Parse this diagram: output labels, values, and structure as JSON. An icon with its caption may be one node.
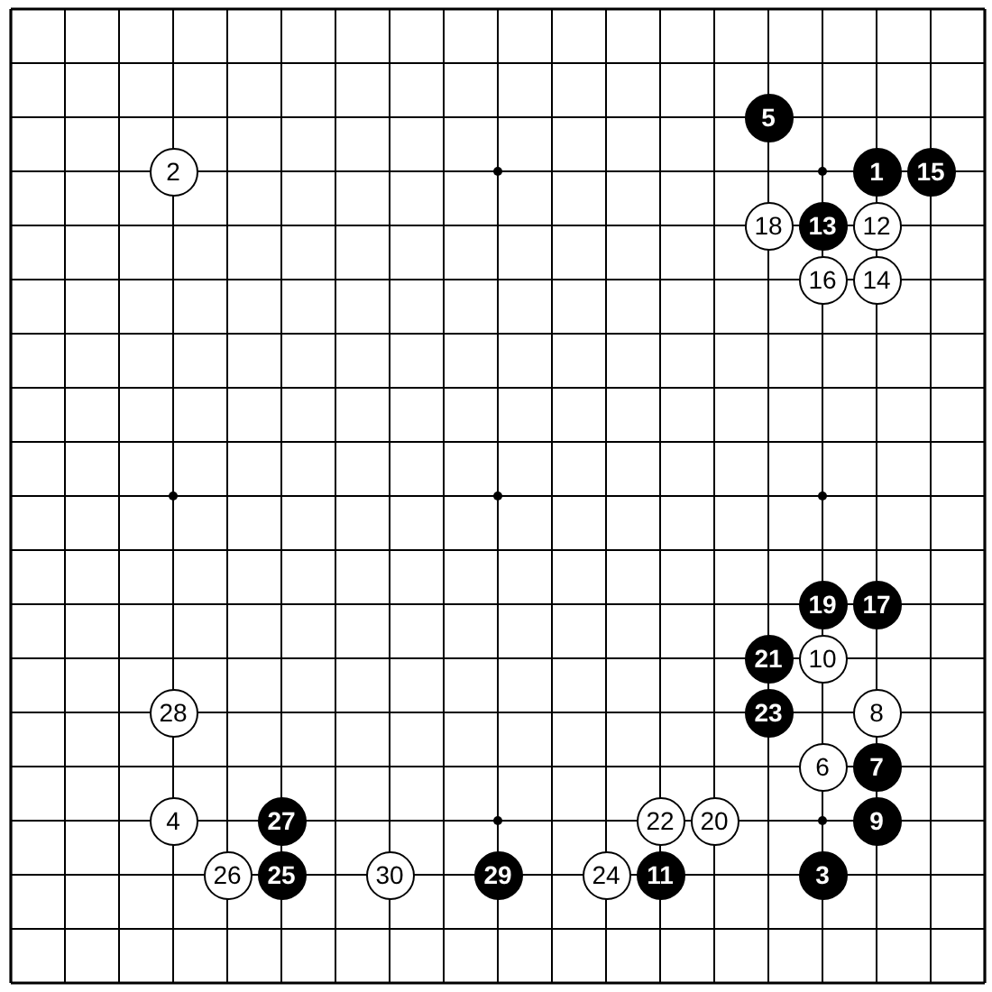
{
  "diagram": {
    "nodes": [
      {
        "text": [
          "1"
        ]
      },
      {
        "text": [
          "2"
        ]
      },
      {
        "text": [
          "3"
        ]
      },
      {
        "text": [
          "4"
        ]
      },
      {
        "text": [
          "5"
        ]
      },
      {
        "text": [
          "6"
        ]
      },
      {
        "text": [
          "7"
        ]
      },
      {
        "text": [
          "8"
        ]
      },
      {
        "text": [
          "9"
        ]
      },
      {
        "text": [
          "10"
        ]
      },
      {
        "text": [
          "11"
        ]
      },
      {
        "text": [
          "12"
        ]
      },
      {
        "text": [
          "13"
        ]
      },
      {
        "text": [
          "14"
        ]
      },
      {
        "text": [
          "15"
        ]
      },
      {
        "text": [
          "16"
        ]
      },
      {
        "text": [
          "17"
        ]
      },
      {
        "text": [
          "18"
        ]
      },
      {
        "text": [
          "19"
        ]
      },
      {
        "text": [
          "20"
        ]
      },
      {
        "text": [
          "21"
        ]
      },
      {
        "text": [
          "22"
        ]
      },
      {
        "text": [
          "23"
        ]
      },
      {
        "text": [
          "24"
        ]
      },
      {
        "text": [
          "25"
        ]
      },
      {
        "text": [
          "26"
        ]
      },
      {
        "text": [
          "27"
        ]
      },
      {
        "text": [
          "28"
        ]
      },
      {
        "text": [
          "29"
        ]
      },
      {
        "text": [
          "30"
        ]
      }
    ]
  }
}
